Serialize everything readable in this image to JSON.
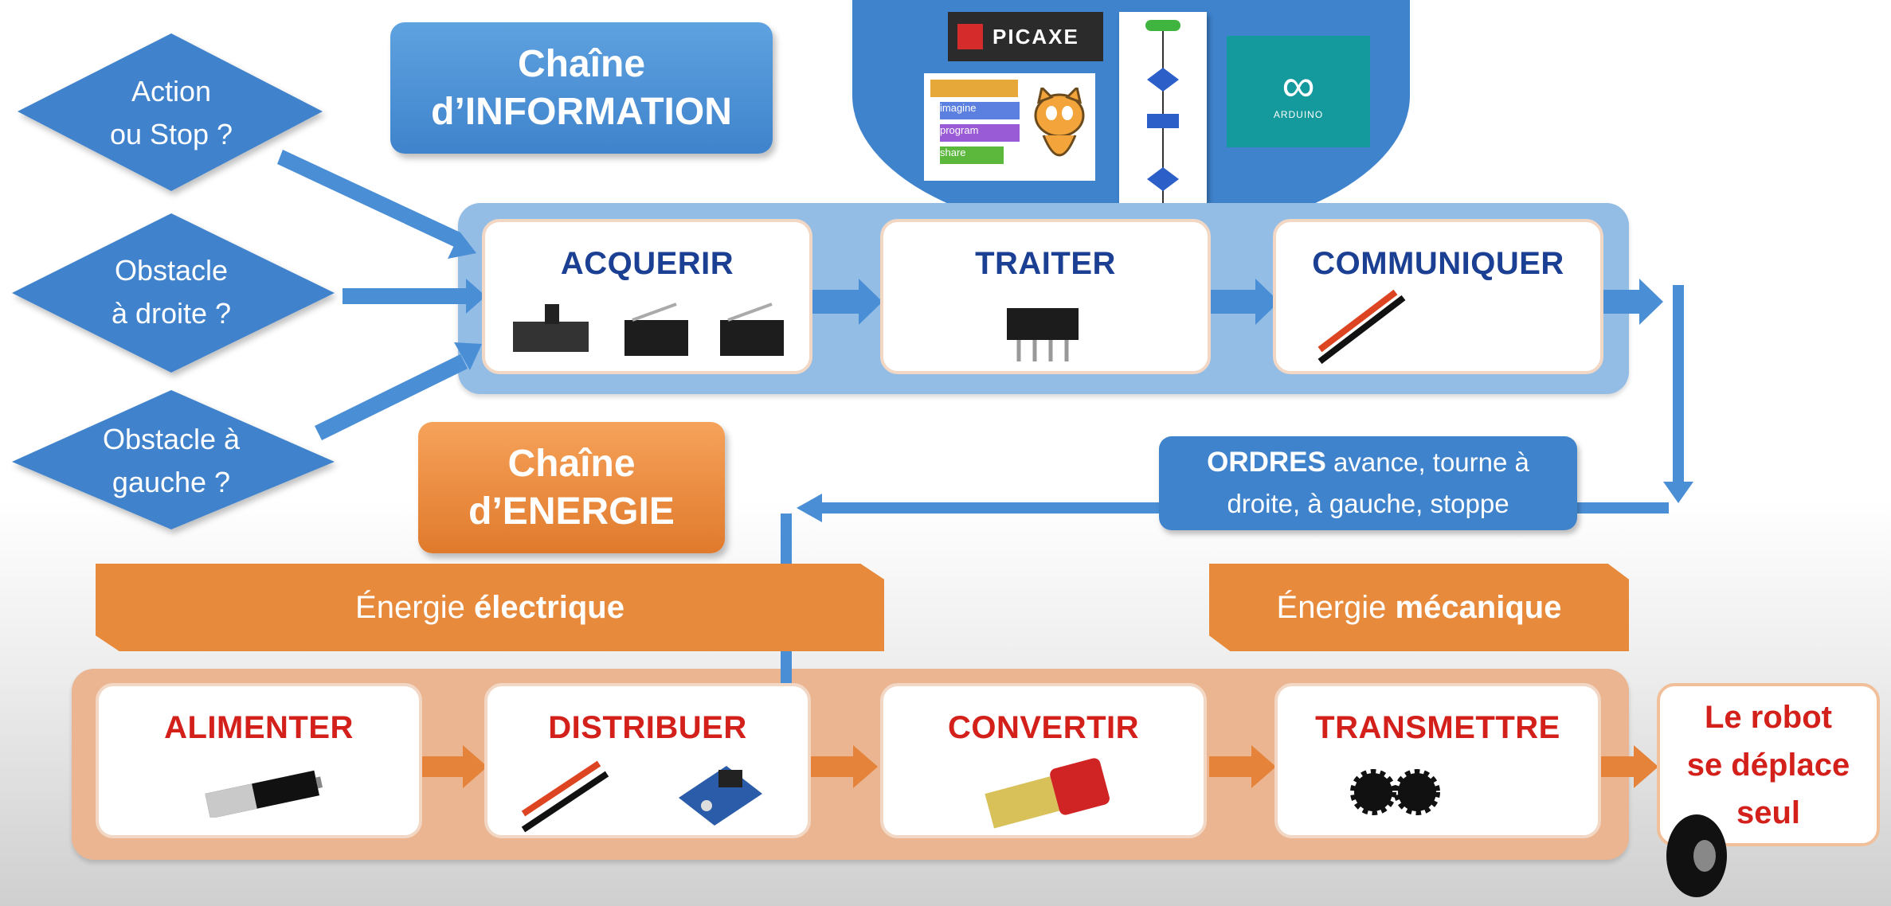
{
  "chaine_information": {
    "line1": "Chaîne",
    "line2": "d’INFORMATION"
  },
  "chaine_energie": {
    "line1": "Chaîne",
    "line2": "d’ENERGIE"
  },
  "inputs": [
    {
      "line1": "Action",
      "line2": "ou Stop ?"
    },
    {
      "line1": "Obstacle",
      "line2": "à droite ?"
    },
    {
      "line1": "Obstacle à",
      "line2": "gauche ?"
    }
  ],
  "information_steps": [
    "ACQUERIR",
    "TRAITER",
    "COMMUNIQUER"
  ],
  "energy_steps": [
    "ALIMENTER",
    "DISTRIBUER",
    "CONVERTIR",
    "TRANSMETTRE"
  ],
  "ordres": {
    "bold": "ORDRES",
    "rest1": " avance, tourne à",
    "line2": "droite, à gauche, stoppe"
  },
  "energie_electrique": {
    "prefix": "Énergie ",
    "bold": "électrique"
  },
  "energie_mecanique": {
    "prefix": "Énergie ",
    "bold": "mécanique"
  },
  "result": {
    "line1": "Le robot",
    "line2": "se déplace",
    "line3": "seul"
  },
  "software": {
    "picaxe": "PICAXE",
    "arduino": "ARDUINO",
    "scratch_blocks": [
      "imagine",
      "program",
      "share"
    ]
  },
  "colors": {
    "info_blue": "#3f83cc",
    "energy_orange": "#e88a3c",
    "label_blue": "#1b3f92",
    "label_red": "#d3201b"
  }
}
